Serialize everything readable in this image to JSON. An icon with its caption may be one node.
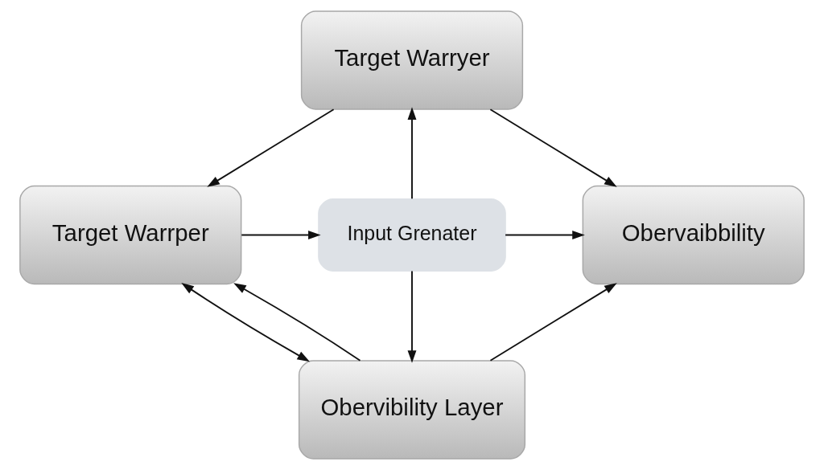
{
  "diagram": {
    "nodes": [
      {
        "text": [
          "Target Warryer"
        ]
      },
      {
        "text": [
          "Target Warrper"
        ]
      },
      {
        "text": [
          "Input Grenater"
        ]
      },
      {
        "text": [
          "Obervaibbility"
        ]
      },
      {
        "text": [
          "Obervibility Layer"
        ]
      }
    ],
    "edges": [
      {
        "from": 0,
        "to": 1,
        "arrow": "to"
      },
      {
        "from": 0,
        "to": 3,
        "arrow": "to"
      },
      {
        "from": 2,
        "to": 0,
        "arrow": "to"
      },
      {
        "from": 1,
        "to": 2,
        "arrow": "to"
      },
      {
        "from": 2,
        "to": 3,
        "arrow": "to"
      },
      {
        "from": 2,
        "to": 4,
        "arrow": "to"
      },
      {
        "from": 1,
        "to": 4,
        "arrow": "both"
      },
      {
        "from": 4,
        "to": 1,
        "arrow": "to"
      },
      {
        "from": 4,
        "to": 3,
        "arrow": "to"
      }
    ]
  }
}
